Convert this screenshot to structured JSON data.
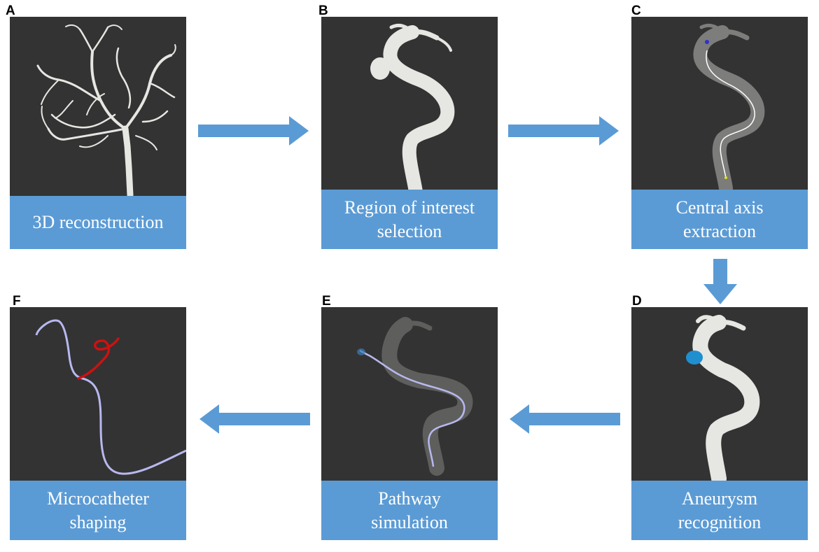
{
  "colors": {
    "panel_bg": "#333333",
    "caption_bg": "#5b9bd5",
    "arrow": "#5b9bd5",
    "vessel": "#e6e6e2",
    "catheter": "#b8b8f0",
    "shaped_tip": "#d01010",
    "aneurysm": "#1f8fd0"
  },
  "panels": [
    {
      "letter": "A",
      "caption": "3D reconstruction",
      "image": "brain-vessel-tree"
    },
    {
      "letter": "B",
      "caption": "Region of interest\nselection",
      "image": "cropped-artery"
    },
    {
      "letter": "C",
      "caption": "Central axis\nextraction",
      "image": "artery-centerline"
    },
    {
      "letter": "D",
      "caption": "Aneurysm\nrecognition",
      "image": "artery-with-aneurysm"
    },
    {
      "letter": "E",
      "caption": "Pathway\nsimulation",
      "image": "catheter-path-in-artery"
    },
    {
      "letter": "F",
      "caption": "Microcatheter\nshaping",
      "image": "shaped-microcatheter"
    }
  ],
  "arrows": [
    {
      "from": "A",
      "to": "B",
      "direction": "right"
    },
    {
      "from": "B",
      "to": "C",
      "direction": "right"
    },
    {
      "from": "C",
      "to": "D",
      "direction": "down"
    },
    {
      "from": "D",
      "to": "E",
      "direction": "left"
    },
    {
      "from": "E",
      "to": "F",
      "direction": "left"
    }
  ]
}
